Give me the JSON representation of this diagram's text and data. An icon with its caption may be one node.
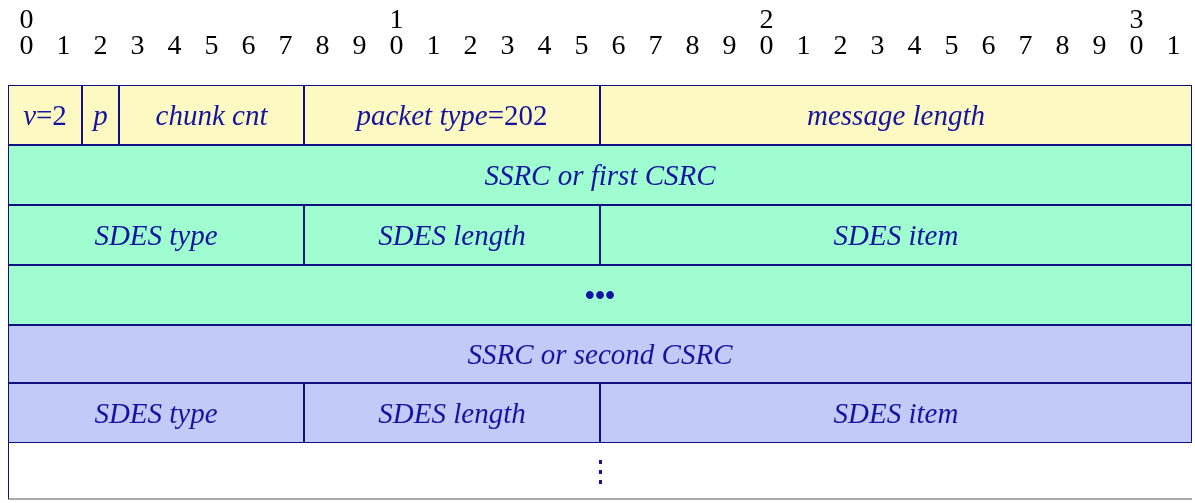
{
  "diagram": {
    "nodes": [
      {
        "text": [
          "*v*=2"
        ]
      },
      {
        "text": [
          "p"
        ]
      },
      {
        "text": [
          "chunk cnt"
        ]
      },
      {
        "text": [
          "*packet type*=202"
        ]
      },
      {
        "text": [
          "message length"
        ]
      },
      {
        "text": [
          "SSRC or first CSRC"
        ]
      },
      {
        "text": [
          "SDES type"
        ]
      },
      {
        "text": [
          "SDES length"
        ]
      },
      {
        "text": [
          "SDES item"
        ]
      },
      {
        "text": [
          "•••"
        ]
      },
      {
        "text": [
          "SSRC or second CSRC"
        ]
      },
      {
        "text": [
          "SDES type"
        ]
      },
      {
        "text": [
          "SDES length"
        ]
      },
      {
        "text": [
          "SDES item"
        ]
      },
      {
        "text": [
          "⋮"
        ]
      }
    ],
    "labels": [
      "0",
      "1",
      "2",
      "3",
      "0",
      "1",
      "2",
      "3",
      "4",
      "5",
      "6",
      "7",
      "8",
      "9",
      "0",
      "1",
      "2",
      "3",
      "4",
      "5",
      "6",
      "7",
      "8",
      "9",
      "0",
      "1",
      "2",
      "3",
      "4",
      "5",
      "6",
      "7",
      "8",
      "9",
      "0",
      "1"
    ]
  }
}
